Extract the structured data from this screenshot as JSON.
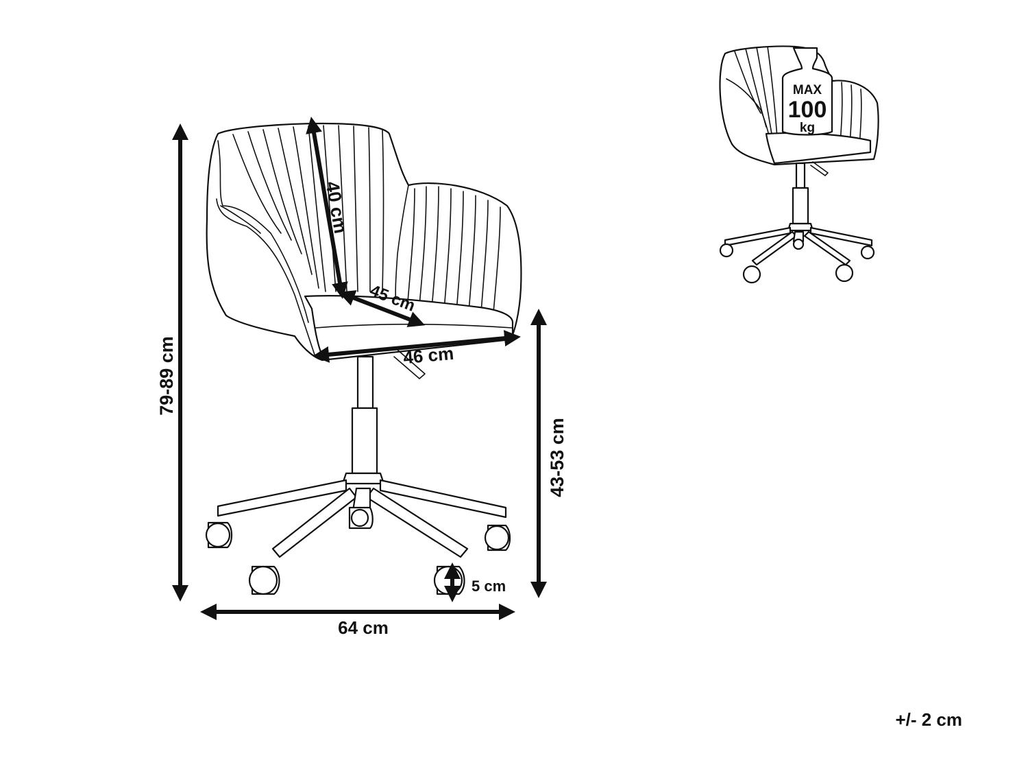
{
  "dimensions": {
    "total_height": "79-89 cm",
    "backrest_height": "40 cm",
    "seat_depth": "45 cm",
    "seat_width": "46 cm",
    "seat_height": "43-53 cm",
    "caster_height": "5 cm",
    "total_width": "64 cm"
  },
  "max_load": {
    "line1": "MAX",
    "line2": "100",
    "line3": "kg"
  },
  "tolerance": "+/- 2 cm",
  "colors": {
    "line": "#111111",
    "background": "#ffffff"
  }
}
